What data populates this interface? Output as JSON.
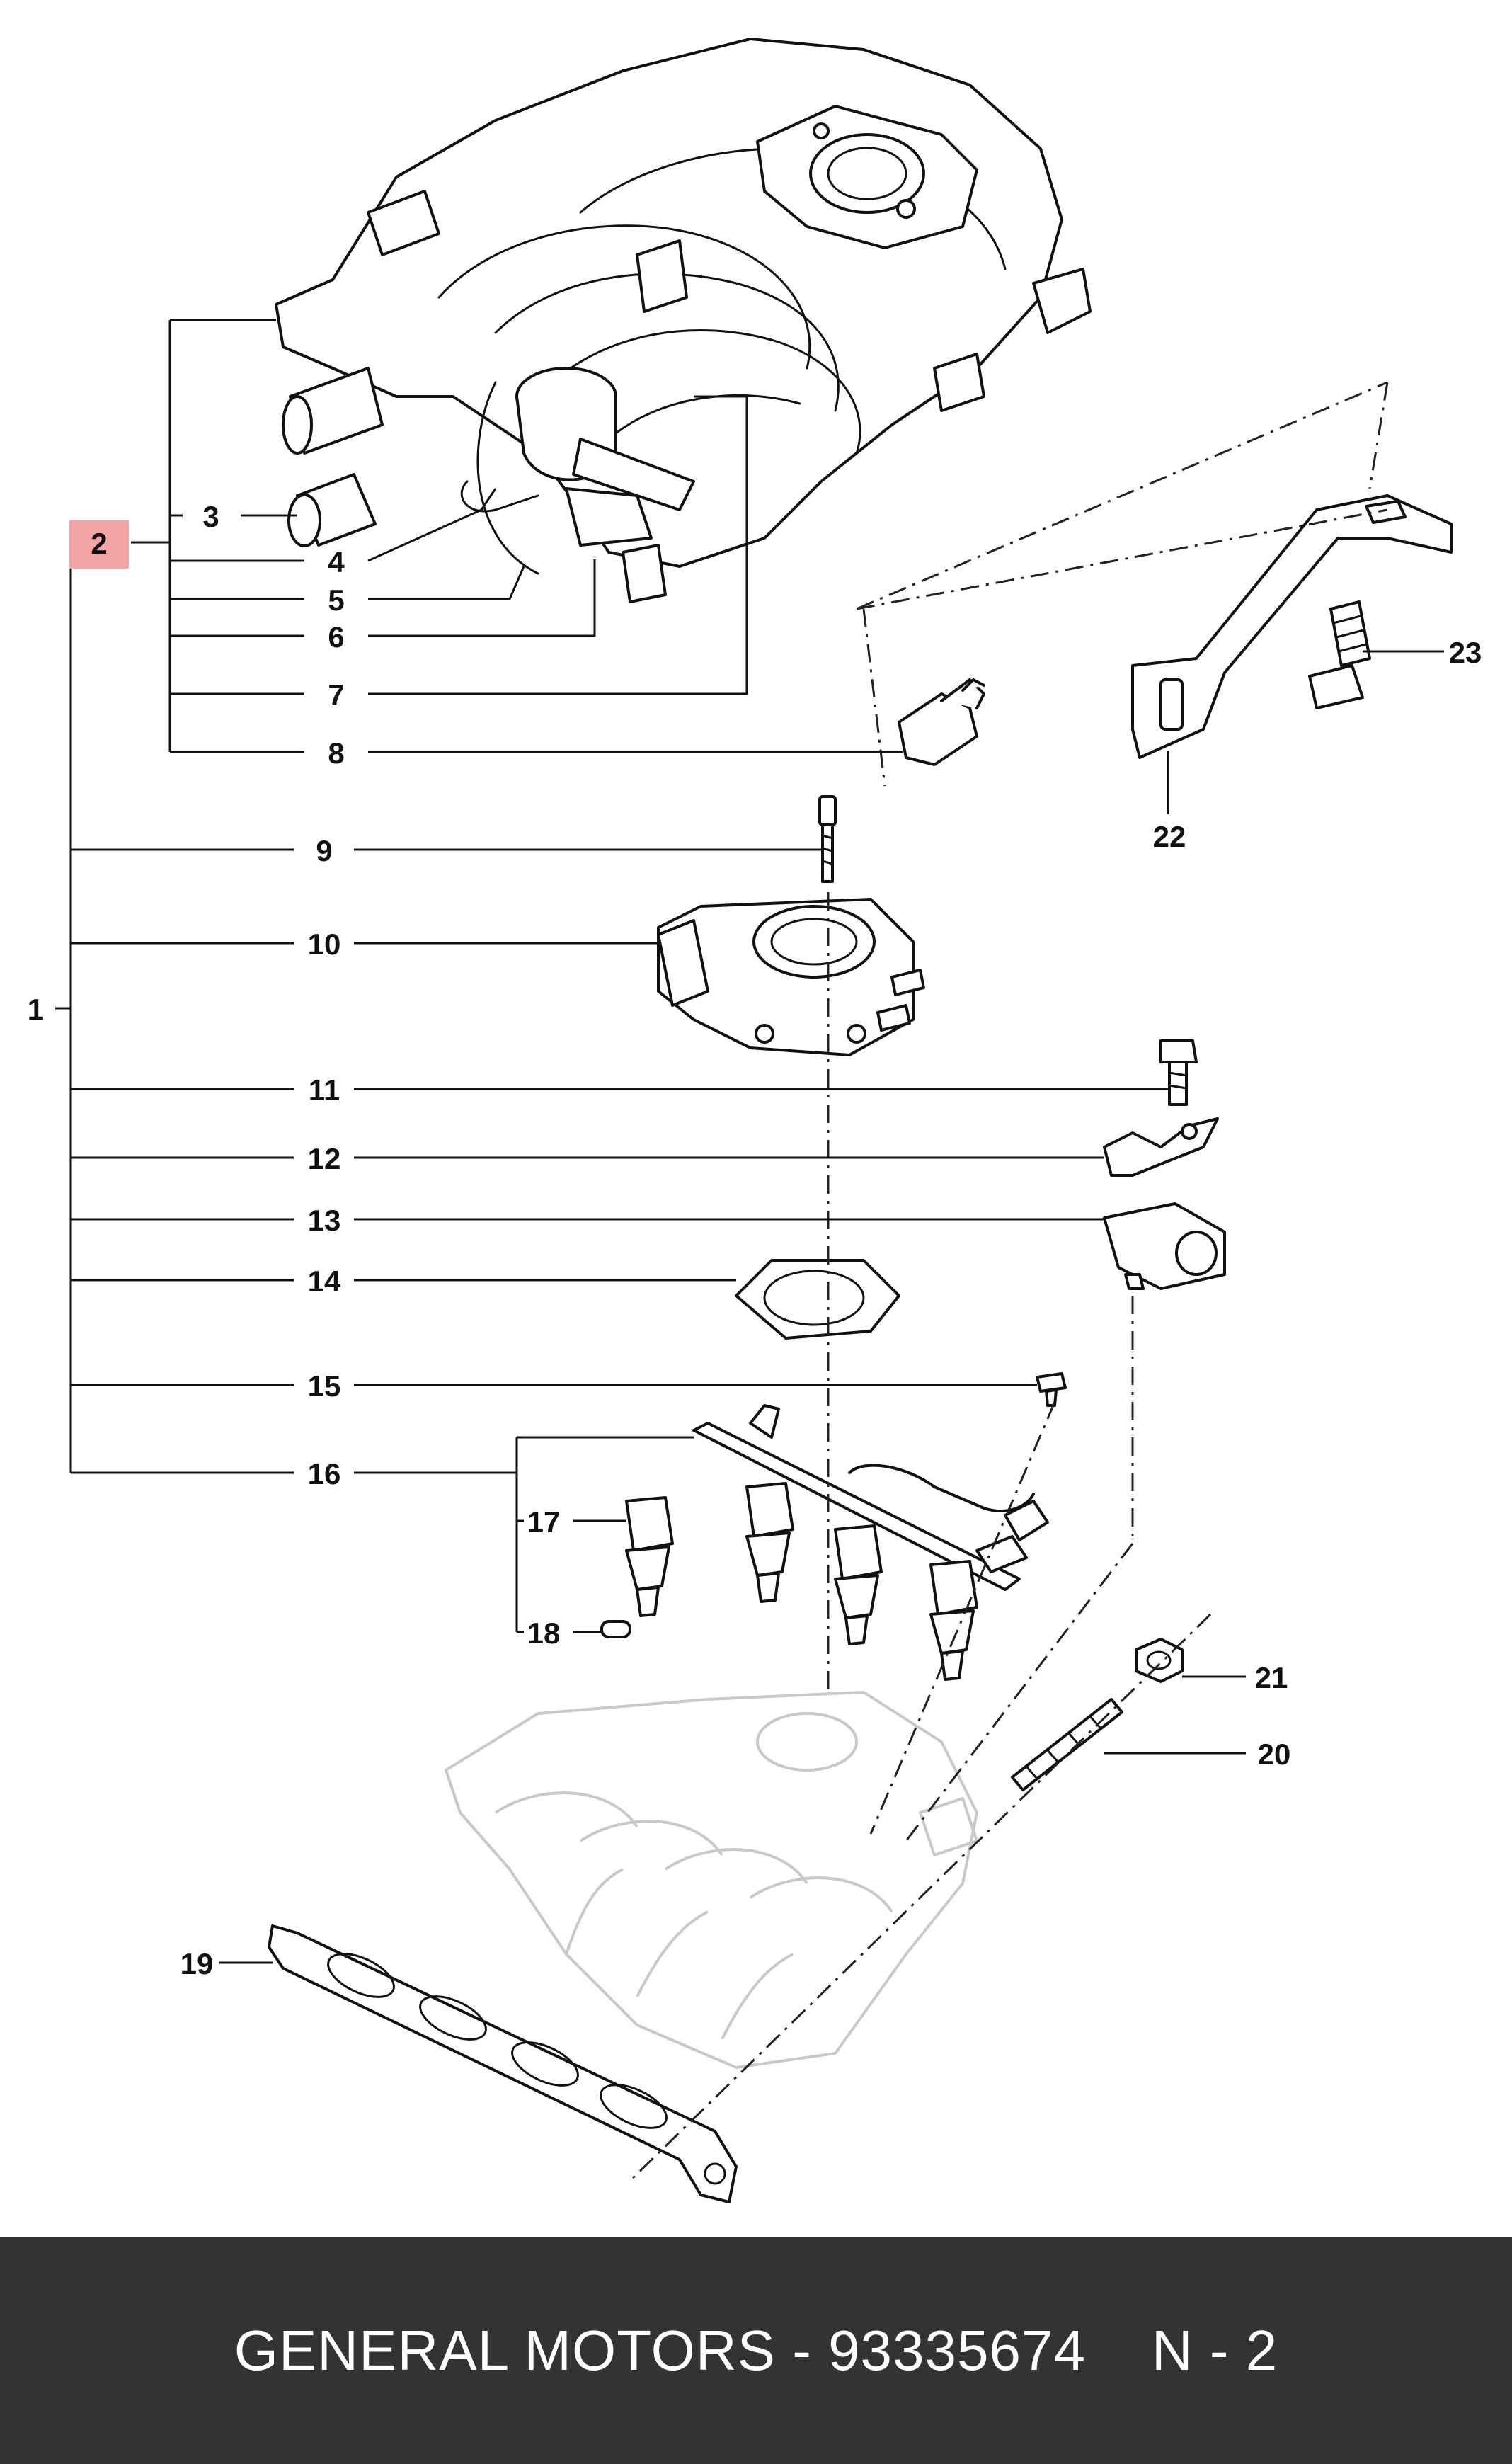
{
  "callouts": {
    "c1": "1",
    "c2": "2",
    "c3": "3",
    "c4": "4",
    "c5": "5",
    "c6": "6",
    "c7": "7",
    "c8": "8",
    "c9": "9",
    "c10": "10",
    "c11": "11",
    "c12": "12",
    "c13": "13",
    "c14": "14",
    "c15": "15",
    "c16": "16",
    "c17": "17",
    "c18": "18",
    "c19": "19",
    "c20": "20",
    "c21": "21",
    "c22": "22",
    "c23": "23"
  },
  "highlight_color": "#f4a6a6",
  "footer": {
    "text": "GENERAL MOTORS - 93335674    N - 2"
  }
}
